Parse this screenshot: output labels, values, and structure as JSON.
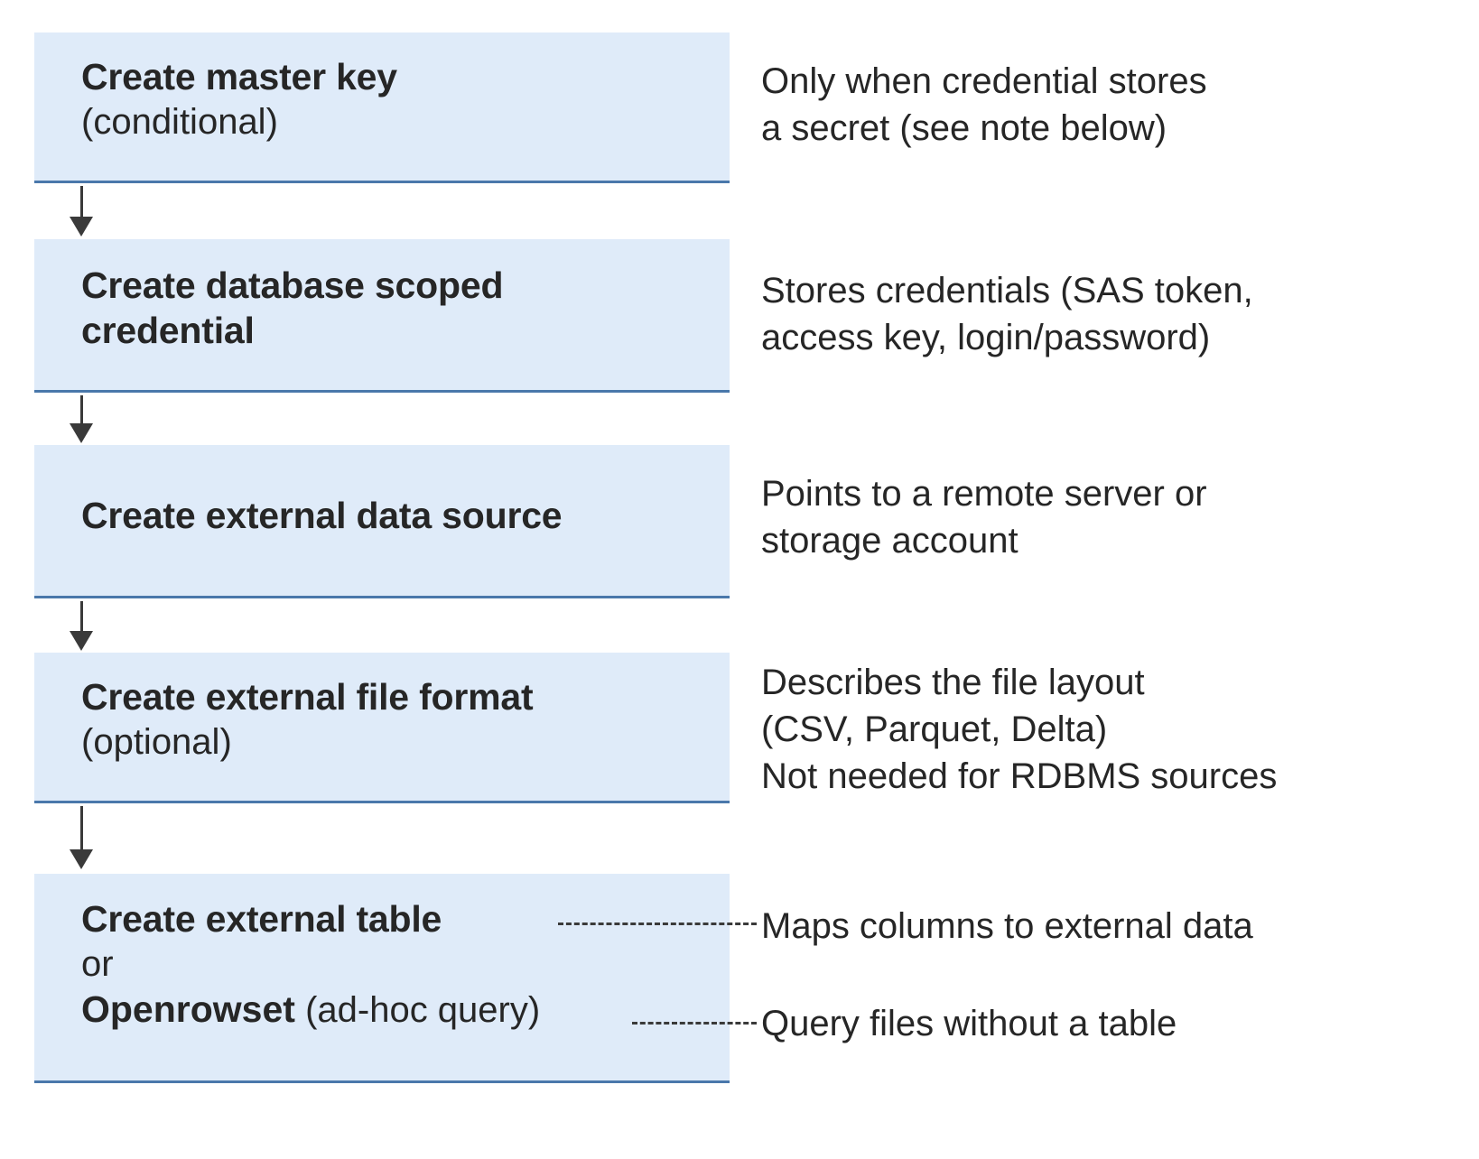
{
  "diagram": {
    "type": "flowchart",
    "orientation": "vertical",
    "colors": {
      "box_fill": "#dfebf9",
      "box_border": "#4a78ab",
      "text": "#262626",
      "arrow": "#3a3a3a"
    },
    "steps": [
      {
        "id": "create-master-key",
        "title": "Create master key",
        "subtitle": "(conditional)",
        "annotation_lines": [
          "Only when credential stores",
          "a secret (see note below)"
        ]
      },
      {
        "id": "create-database-scoped-credential",
        "title_line1": "Create database scoped",
        "title_line2": "credential",
        "annotation_lines": [
          "Stores credentials (SAS token,",
          "access key, login/password)"
        ]
      },
      {
        "id": "create-external-data-source",
        "title": "Create external data source",
        "annotation_lines": [
          "Points to a remote server or",
          "storage account"
        ]
      },
      {
        "id": "create-external-file-format",
        "title": "Create external file format",
        "subtitle": "(optional)",
        "annotation_lines": [
          "Describes the file layout",
          "(CSV, Parquet, Delta)",
          "Not needed for RDBMS sources"
        ]
      },
      {
        "id": "create-external-table-or-openrowset",
        "title": "Create external table",
        "connector_word": "or",
        "alt_title": "Openrowset",
        "alt_qualifier": "(ad-hoc query)",
        "annotation_table": "Maps columns to external data",
        "annotation_openrowset": "Query files without a table"
      }
    ]
  }
}
